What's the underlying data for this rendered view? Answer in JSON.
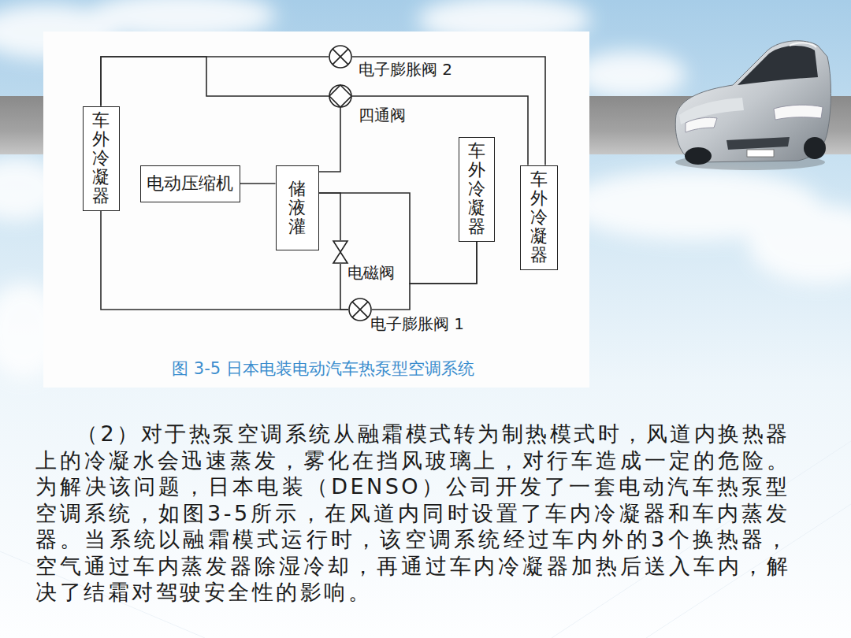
{
  "diagram": {
    "caption": "图 3-5 日本电装电动汽车热泵型空调系统",
    "nodes": [
      {
        "text": [
          "电子膨胀阀 2"
        ]
      },
      {
        "text": [
          "四通阀"
        ]
      },
      {
        "text": [
          "车外冷凝器"
        ]
      },
      {
        "text": [
          "电动压缩机"
        ]
      },
      {
        "text": [
          "储液灌"
        ]
      },
      {
        "text": [
          "车外冷凝器"
        ]
      },
      {
        "text": [
          "车外冷凝器"
        ]
      },
      {
        "text": [
          "电磁阀"
        ]
      },
      {
        "text": [
          "电子膨胀阀 1"
        ]
      }
    ],
    "edges": [
      {
        "from": 2,
        "to": 0,
        "arrow": "none"
      },
      {
        "from": 0,
        "to": 6,
        "arrow": "none"
      },
      {
        "from": 2,
        "to": 1,
        "arrow": "none"
      },
      {
        "from": 1,
        "to": 6,
        "arrow": "none"
      },
      {
        "from": 1,
        "to": 4,
        "arrow": "none"
      },
      {
        "from": 3,
        "to": 4,
        "arrow": "none"
      },
      {
        "from": 4,
        "to": 5,
        "arrow": "none"
      },
      {
        "from": 4,
        "to": 7,
        "arrow": "none"
      },
      {
        "from": 7,
        "to": 8,
        "arrow": "none"
      },
      {
        "from": 2,
        "to": 8,
        "arrow": "none"
      },
      {
        "from": 8,
        "to": 5,
        "arrow": "none"
      }
    ],
    "labels": [
      "（2）对于热泵空调系统从融霜模式转为制热模式时，风道内换热器上的冷凝水会迅速蒸发，雾化在挡风玻璃上，对行车造成一定的危险。为解决该问题，日本电装（DENSO）公司开发了一套电动汽车热泵型空调系统，如图3-5所示，在风道内同时设置了车内冷凝器和车内蒸发器。当系统以融霜模式运行时，该空调系统经过车内外的3个换热器，空气通过车内蒸发器除湿冷却，再通过车内冷凝器加热后送入车内，解决了结霜对驾驶安全性的影响。"
    ]
  }
}
